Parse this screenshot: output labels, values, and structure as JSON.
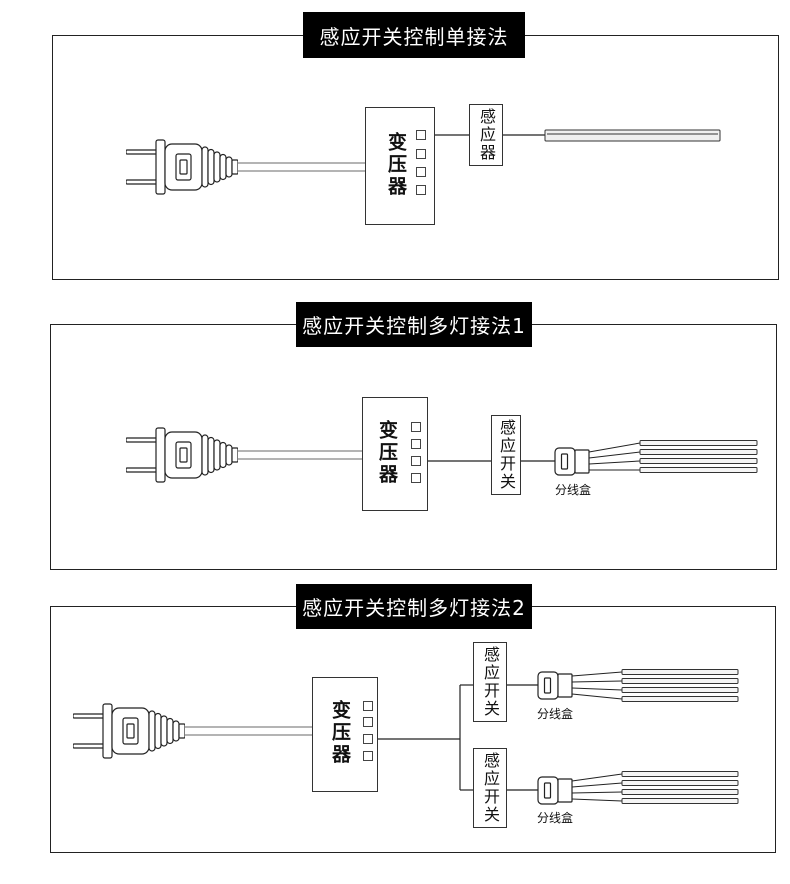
{
  "panels": [
    {
      "title": "感应开关控制单接法",
      "transformer_label": "变压器",
      "sensor_label": "感应器"
    },
    {
      "title": "感应开关控制多灯接法1",
      "transformer_label": "变压器",
      "switch_label": "感应开关",
      "junction_label": "分线盒"
    },
    {
      "title": "感应开关控制多灯接法2",
      "transformer_label": "变压器",
      "switches": [
        {
          "switch_label": "感应开关",
          "junction_label": "分线盒"
        },
        {
          "switch_label": "感应开关",
          "junction_label": "分线盒"
        }
      ]
    }
  ]
}
